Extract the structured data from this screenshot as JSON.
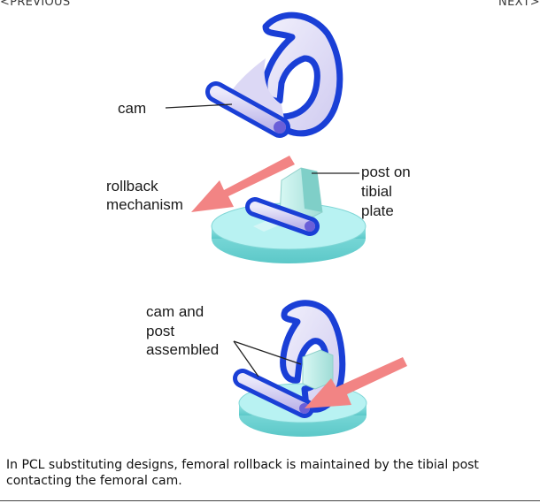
{
  "nav": {
    "previous_label": "<PREVIOUS",
    "next_label": "NEXT>"
  },
  "diagram": {
    "labels": {
      "cam": "cam",
      "rollback_line1": "rollback",
      "rollback_line2": "mechanism",
      "post_line1": "post  on",
      "post_line2": "tibial",
      "post_line3": "plate",
      "assembled_line1": "cam   and",
      "assembled_line2": "post",
      "assembled_line3": "assembled"
    },
    "colors": {
      "cam_outline": "#1a3fd6",
      "cam_fill": "#e4e1f7",
      "plate_fill": "#a9eeee",
      "arrow": "#f28484"
    }
  },
  "caption": "In PCL substituting designs, femoral rollback is maintained by the tibial post contacting the femoral cam."
}
